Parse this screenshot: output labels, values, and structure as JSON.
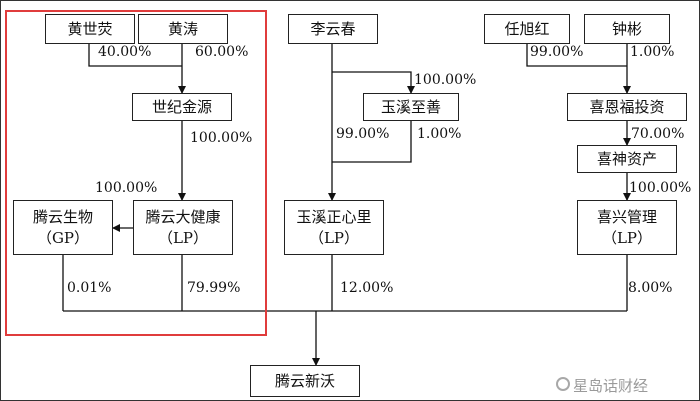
{
  "highlight_color": "#e03c3c",
  "nodes": {
    "huang_shiying": "黄世荧",
    "huang_tao": "黄涛",
    "li_yunchun": "李云春",
    "ren_xuhong": "任旭红",
    "zhong_bin": "钟彬",
    "shiji_jinyuan": "世纪金源",
    "yuxi_zhishan": "玉溪至善",
    "xien_fu": "喜恩福投资",
    "xishen": "喜神资产",
    "tengyun_bio": {
      "name": "腾云生物",
      "type": "（GP）"
    },
    "tengyun_health": {
      "name": "腾云大健康",
      "type": "（LP）"
    },
    "yuxi_zhengxinli": {
      "name": "玉溪正心里",
      "type": "（LP）"
    },
    "xixing": {
      "name": "喜兴管理",
      "type": "（LP）"
    },
    "tengyun_xinwo": "腾云新沃"
  },
  "percentages": {
    "huang_shiying_to_shiji": "40.00%",
    "huang_tao_to_shiji": "60.00%",
    "shiji_to_health": "100.00%",
    "health_to_bio": "100.00%",
    "li_to_zhishan": "100.00%",
    "li_to_zhengxinli": "99.00%",
    "zhishan_to_zhengxinli": "1.00%",
    "ren_to_xienfu": "99.00%",
    "zhong_to_xienfu": "1.00%",
    "xienfu_to_xishen": "70.00%",
    "xishen_to_xixing": "100.00%",
    "bio_to_xinwo": "0.01%",
    "health_to_xinwo": "79.99%",
    "zhengxinli_to_xinwo": "12.00%",
    "xixing_to_xinwo": "8.00%"
  },
  "watermark": "星岛话财经"
}
